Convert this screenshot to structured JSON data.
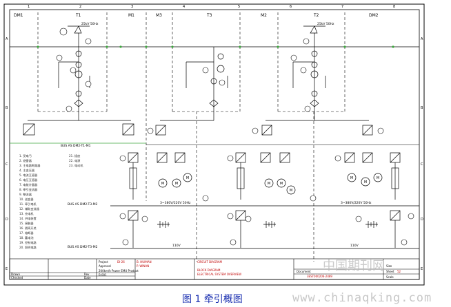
{
  "top_labels": [
    "DM1",
    "T1",
    "M1",
    "M3",
    "T3",
    "M2",
    "T2",
    "DM2"
  ],
  "column_numbers": [
    "1",
    "2",
    "3",
    "4",
    "5",
    "6",
    "7",
    "8"
  ],
  "row_letters": [
    "A",
    "B",
    "C",
    "D",
    "E"
  ],
  "transformer_rating": "25kV 50Hz",
  "legend_items": [
    "1. 受电弓",
    "2. 避雷器",
    "3. 主电路断路器",
    "4. 主变压器",
    "5. 电流互感器",
    "6. 电压互感器",
    "7. 电能计量器",
    "8. 牵引变流器",
    "9. 整流器",
    "10. 逆变器",
    "11. 牵引电机",
    "12. 辅助变流器",
    "13. 充电机",
    "14. 供电装置",
    "15. 接触器",
    "16. 隔离开关",
    "17. 熔断器",
    "18. 蓄电池",
    "19. 控制电路",
    "20. 照明电路",
    "21. 插座",
    "22. 电源",
    "23. 电动机"
  ],
  "bus_labels": {
    "bus1": "BUS AS DM2-T1-M1",
    "bus2": "BUS AS DM2-T3-M2",
    "bus3": "BUS AS DM2-T3-M2",
    "ac1": "3~380V/220V 50Hz",
    "ac2": "3~380V/220V 50Hz",
    "dc1": "110V",
    "dc2": "110V"
  },
  "title_block": {
    "project_label": "Project",
    "project_value": "DI-26",
    "approved_label": "Approval",
    "signer1": "B. HUIMAN",
    "signer2": "P. WINAN",
    "company": "200km/h Power EMU Product",
    "sheet_code": "B 001",
    "circuit_title": "CIRCUIT DIAGRAM",
    "diagram_title1": "BLOCK DIAGRAM",
    "diagram_title2": "ELECTRICAL SYSTEM OVERVIEW",
    "doc_no_label": "Document",
    "doc_no": "3EST000206-2489",
    "size_label": "Size",
    "sheet_label": "Sheet",
    "sheet_value": "52",
    "scale_label": "Scale",
    "drawn_label": "Drawn",
    "checked_label": "Checked",
    "revision_label": "Rev",
    "date_label": "Date"
  },
  "watermark": "中国期刊网",
  "caption": "图 1 牵引概图",
  "source_url": "www.chinaqking.com"
}
